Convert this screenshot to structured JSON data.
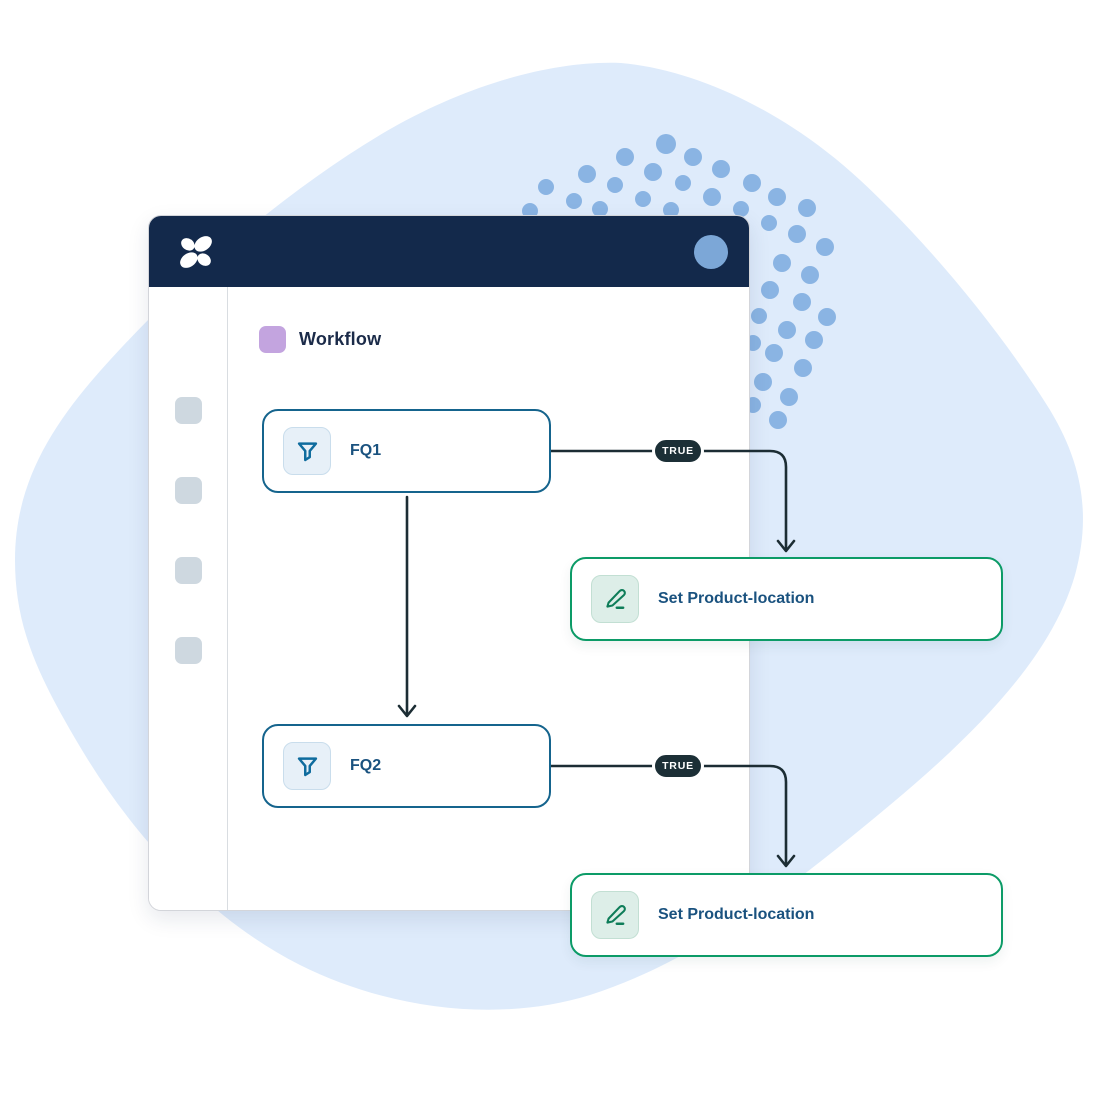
{
  "colors": {
    "blob": "#DEEBFB",
    "dot": "#8AB4E3",
    "header_bg": "#13294B",
    "avatar": "#7CA7D7",
    "purple": "#C3A4DF",
    "sidebar_sq": "#CED8E0",
    "divider": "#D9DDE1",
    "win_border": "#D3D5DA",
    "blue_border": "#15648D",
    "blue_icon": "#0F6C9E",
    "blue_icon_bg": "#E7F0F8",
    "blue_icon_border": "#C9DDEC",
    "green_border": "#0C9B67",
    "green_icon": "#0E7D59",
    "green_icon_bg": "#DDEEE8",
    "green_icon_border": "#C2DFD3",
    "label": "#1A527F",
    "title": "#1B2B49",
    "connector": "#1C2D34",
    "badge_bg": "#1C2F36",
    "badge_text": "#FFFFFF"
  },
  "background": {
    "dot_radius_default": 8,
    "dots": [
      [
        530,
        211,
        8
      ],
      [
        546,
        187,
        8
      ],
      [
        574,
        201,
        8
      ],
      [
        587,
        174,
        9
      ],
      [
        600,
        209,
        8
      ],
      [
        615,
        185,
        8
      ],
      [
        625,
        157,
        9
      ],
      [
        643,
        199,
        8
      ],
      [
        653,
        172,
        9
      ],
      [
        666,
        144,
        10
      ],
      [
        671,
        210,
        8
      ],
      [
        683,
        183,
        8
      ],
      [
        693,
        157,
        9
      ],
      [
        712,
        197,
        9
      ],
      [
        721,
        169,
        9
      ],
      [
        741,
        209,
        8
      ],
      [
        752,
        183,
        9
      ],
      [
        769,
        223,
        8
      ],
      [
        777,
        197,
        9
      ],
      [
        797,
        234,
        9
      ],
      [
        807,
        208,
        9
      ],
      [
        825,
        247,
        9
      ],
      [
        782,
        263,
        9
      ],
      [
        810,
        275,
        9
      ],
      [
        770,
        290,
        9
      ],
      [
        802,
        302,
        9
      ],
      [
        827,
        317,
        9
      ],
      [
        759,
        316,
        8
      ],
      [
        787,
        330,
        9
      ],
      [
        814,
        340,
        9
      ],
      [
        753,
        343,
        8
      ],
      [
        774,
        353,
        9
      ],
      [
        803,
        368,
        9
      ],
      [
        763,
        382,
        9
      ],
      [
        789,
        397,
        9
      ],
      [
        753,
        405,
        8
      ],
      [
        778,
        420,
        9
      ]
    ]
  },
  "window": {
    "logo": "butterfly-logo",
    "avatar": "user-avatar",
    "sidebar_placeholder_count": 4
  },
  "workflow": {
    "title": "Workflow",
    "nodes": [
      {
        "id": "fq1",
        "label": "FQ1",
        "icon": "filter-icon"
      },
      {
        "id": "fq2",
        "label": "FQ2",
        "icon": "filter-icon"
      },
      {
        "id": "set1",
        "label": "Set Product-location",
        "icon": "pen-line-icon"
      },
      {
        "id": "set2",
        "label": "Set Product-location",
        "icon": "pen-line-icon"
      }
    ],
    "edges": [
      {
        "from": "fq1",
        "to": "set1",
        "label": "TRUE"
      },
      {
        "from": "fq1",
        "to": "fq2",
        "label": ""
      },
      {
        "from": "fq2",
        "to": "set2",
        "label": "TRUE"
      }
    ]
  }
}
